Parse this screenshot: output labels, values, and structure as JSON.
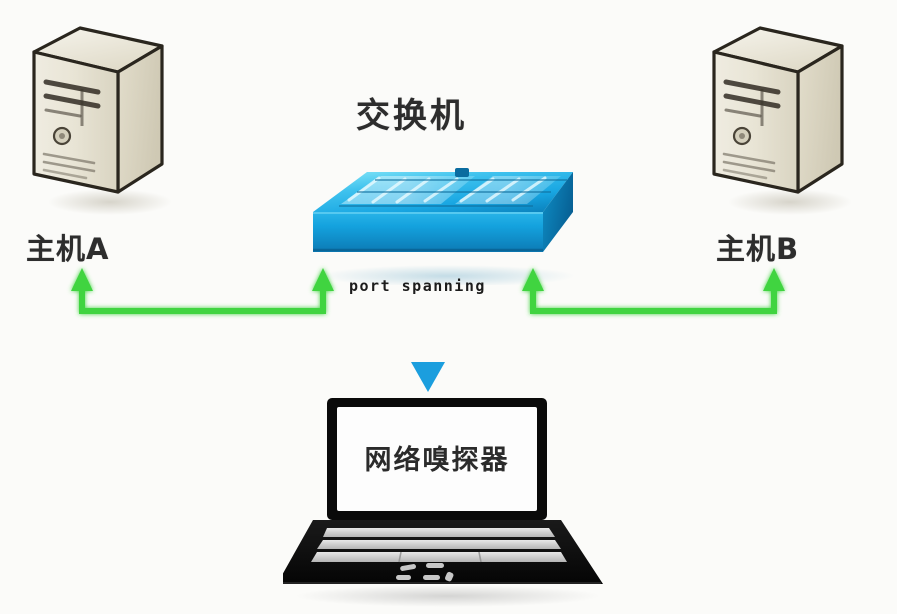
{
  "diagram": {
    "title_visible": false,
    "background_color": "#fbfbf9",
    "nodes": {
      "switch": {
        "label": "交换机",
        "icon": "network-switch-icon",
        "color": "#15a0dc",
        "color_dark": "#0b6ea8",
        "color_top": "#62d6f2"
      },
      "host_a": {
        "label": "主机A",
        "icon": "server-tower-icon",
        "color": "#e6e1d0"
      },
      "host_b": {
        "label": "主机B",
        "icon": "server-tower-icon",
        "color": "#e6e1d0"
      },
      "sniffer": {
        "label": "网络嗅探器",
        "icon": "laptop-icon",
        "color": "#111111"
      }
    },
    "edges": {
      "port_spanning_label": "port spanning",
      "traffic_link_color": "#3ed43e",
      "mirror_link_color": "#1b8fd0",
      "left_link": {
        "from": "host_a",
        "to": "switch",
        "style": "bidirectional-u",
        "color": "#3ed43e"
      },
      "right_link": {
        "from": "switch",
        "to": "host_b",
        "style": "bidirectional-u",
        "color": "#3ed43e"
      },
      "mirror_link": {
        "from": "switch",
        "to": "sniffer",
        "style": "arrow-down",
        "color": "#1b8fd0"
      }
    }
  }
}
